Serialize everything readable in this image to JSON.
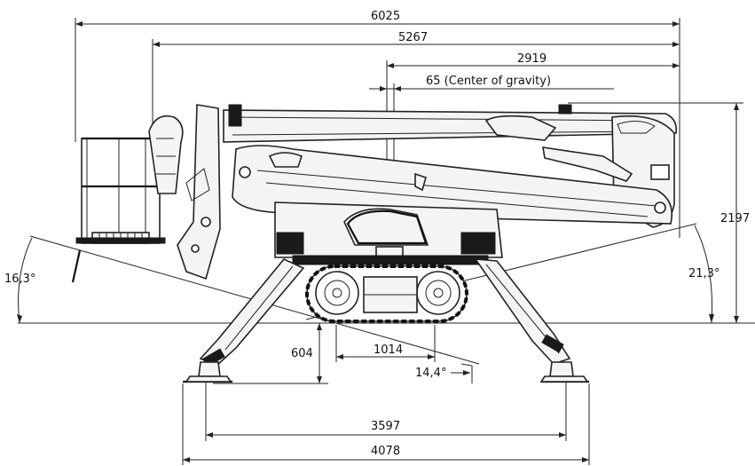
{
  "dimensions": {
    "overall_length": "6025",
    "boom_reach": "5267",
    "pivot_distance": "2919",
    "center_of_gravity": "65 (Center of gravity)",
    "height": "2197",
    "track_width": "1014",
    "outrigger_drop": "604",
    "outrigger_inner_span": "3597",
    "outrigger_outer_span": "4078"
  },
  "angles": {
    "left_slope": "16,3°",
    "right_slope": "21,3°",
    "ground_slope": "14,4°"
  }
}
